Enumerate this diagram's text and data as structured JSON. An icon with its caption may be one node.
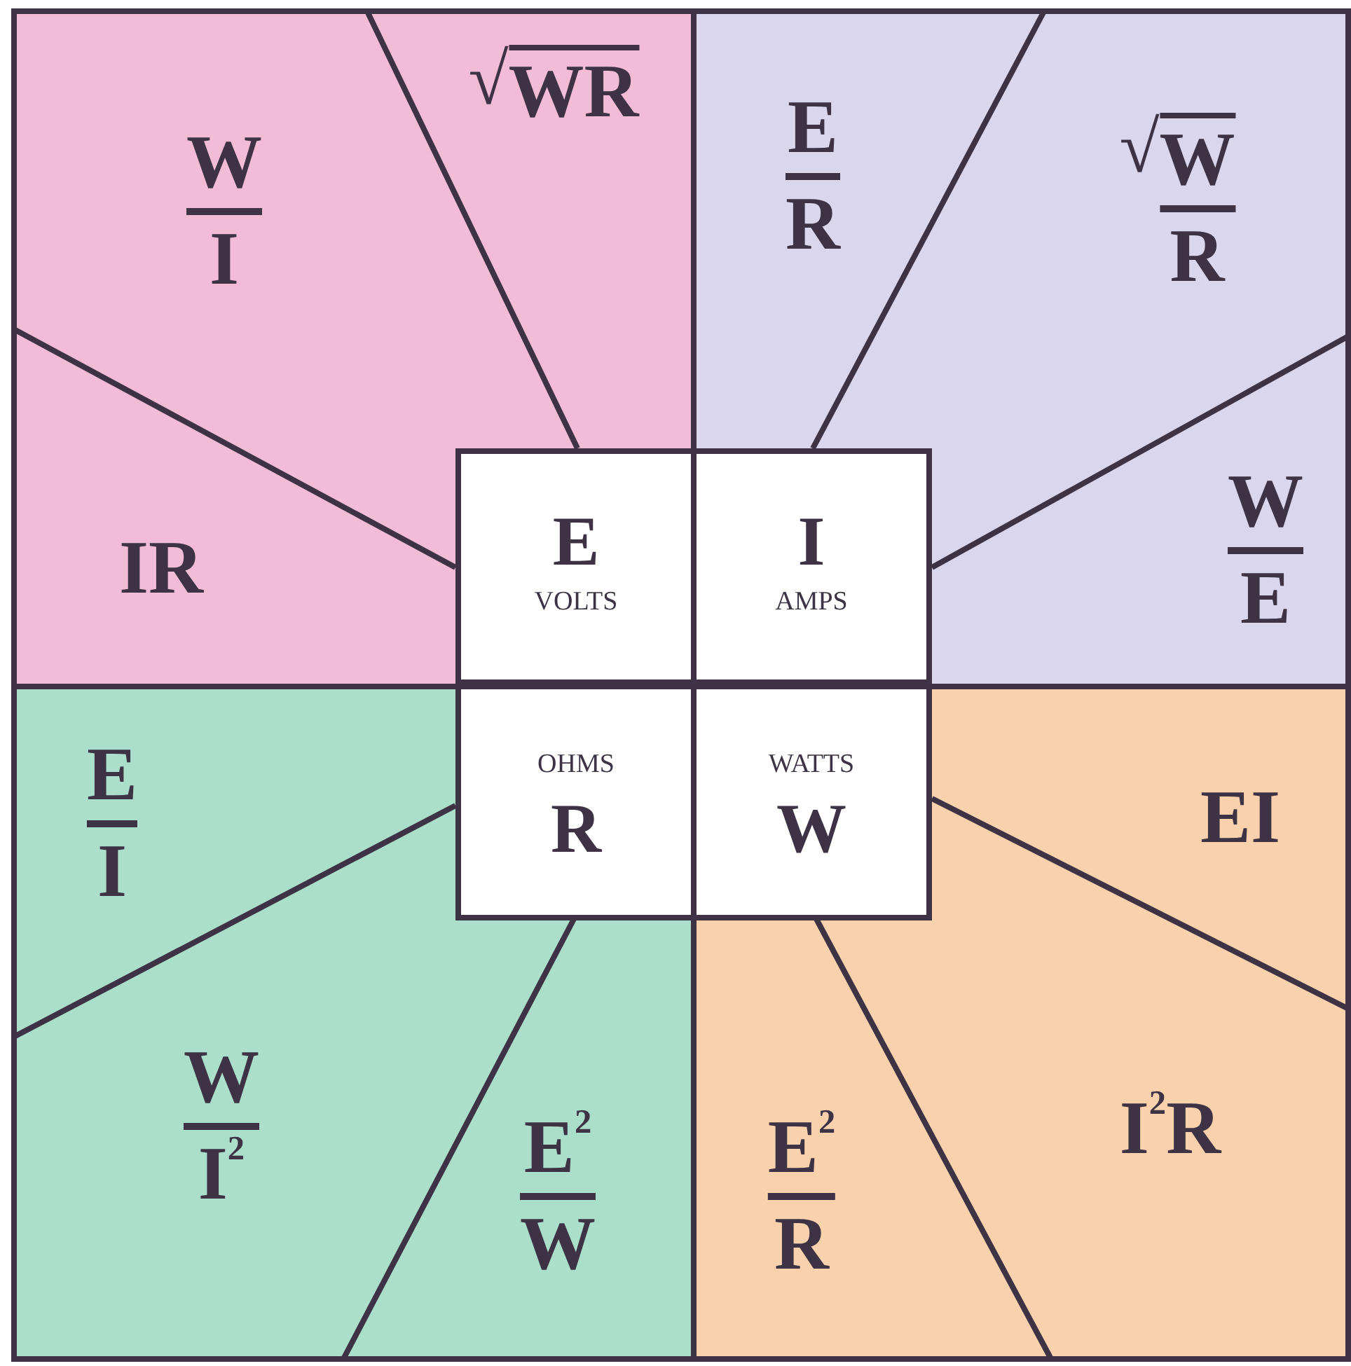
{
  "diagram": {
    "nodes": [
      {
        "text": [
          "W",
          "I"
        ]
      },
      {
        "text": [
          "√",
          "WR"
        ]
      },
      {
        "text": [
          "E",
          "R"
        ]
      },
      {
        "text": [
          "√",
          "W",
          "R"
        ]
      },
      {
        "text": [
          "IR"
        ]
      },
      {
        "text": [
          "E",
          "VOLTS"
        ]
      },
      {
        "text": [
          "I",
          "AMPS"
        ]
      },
      {
        "text": [
          "W",
          "E"
        ]
      },
      {
        "text": [
          "E",
          "I"
        ]
      },
      {
        "text": [
          "OHMS",
          "R"
        ]
      },
      {
        "text": [
          "WATTS",
          "W"
        ]
      },
      {
        "text": [
          "EI"
        ]
      },
      {
        "text": [
          "W",
          "I$^{2}$"
        ]
      },
      {
        "text": [
          "I$^{2}$R"
        ]
      },
      {
        "text": [
          "E$^{2}$",
          "W"
        ]
      },
      {
        "text": [
          "E$^{2}$",
          "R"
        ]
      }
    ]
  }
}
